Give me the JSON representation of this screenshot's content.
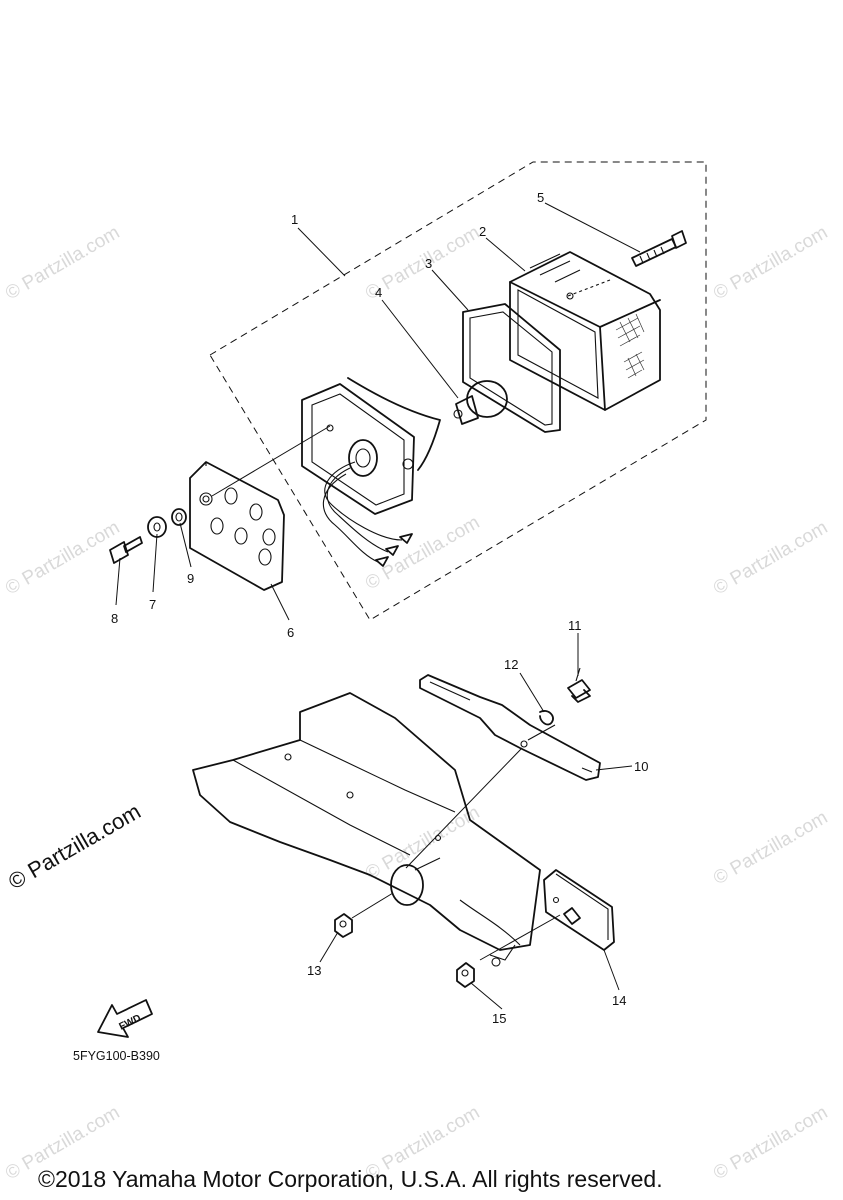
{
  "watermarks": {
    "light_text": "© Partzilla.com",
    "dark_text": "© Partzilla.com"
  },
  "callouts": {
    "c1": "1",
    "c2": "2",
    "c3": "3",
    "c4": "4",
    "c5": "5",
    "c6": "6",
    "c7": "7",
    "c8": "8",
    "c9": "9",
    "c10": "10",
    "c11": "11",
    "c12": "12",
    "c13": "13",
    "c14": "14",
    "c15": "15"
  },
  "fwd_label": "FWD",
  "diagram_code": "5FYG100-B390",
  "copyright": "©2018 Yamaha Motor Corporation, U.S.A. All rights reserved.",
  "colors": {
    "ink": "#111111",
    "watermark": "#c9c9c9",
    "background": "#ffffff"
  }
}
